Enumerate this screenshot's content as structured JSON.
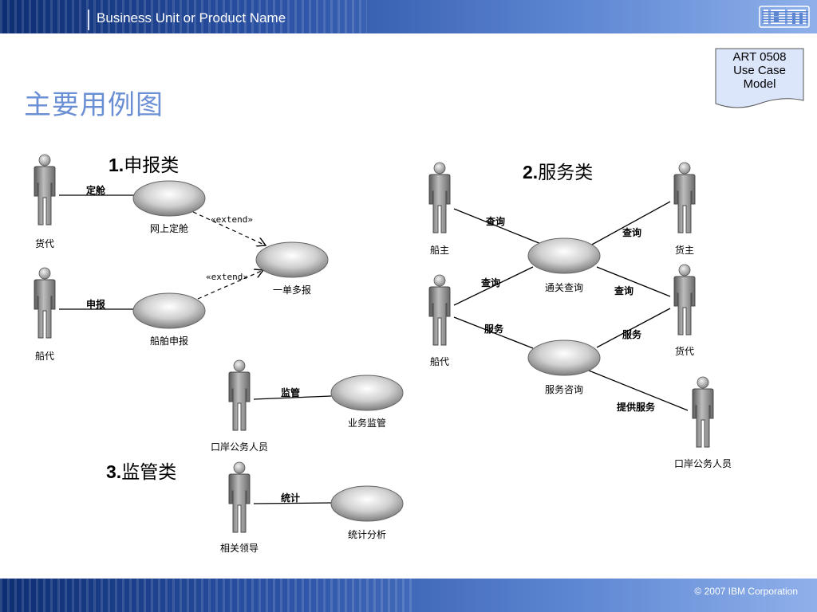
{
  "header": {
    "business_unit": "Business Unit or Product Name",
    "logo_text": "IBM"
  },
  "footer": {
    "copyright": "© 2007 IBM Corporation"
  },
  "page_title": "主要用例图",
  "doc_tag": {
    "line1": "ART 0508",
    "line2": "Use Case",
    "line3": "Model"
  },
  "sections": {
    "s1": {
      "num": "1.",
      "name": "申报类"
    },
    "s2": {
      "num": "2.",
      "name": "服务类"
    },
    "s3": {
      "num": "3.",
      "name": "监管类"
    }
  },
  "diagram": {
    "actors": {
      "a1": "货代",
      "a2": "船代",
      "a3": "口岸公务人员",
      "a4": "相关领导",
      "a5": "船主",
      "a6": "船代",
      "a7": "货主",
      "a8": "货代",
      "a9": "口岸公务人员"
    },
    "use_cases": {
      "u1": "网上定舱",
      "u2": "船舶申报",
      "u3": "一单多报",
      "u4": "业务监管",
      "u5": "统计分析",
      "u6": "通关查询",
      "u7": "服务咨询"
    },
    "associations": {
      "l1": "定舱",
      "l2": "申报",
      "l3": "监管",
      "l4": "统计",
      "l5": "查询",
      "l6": "查询",
      "l7": "服务",
      "l8": "查询",
      "l9": "查询",
      "l10": "服务",
      "l11": "提供服务"
    },
    "extend_label": "«extend»"
  }
}
